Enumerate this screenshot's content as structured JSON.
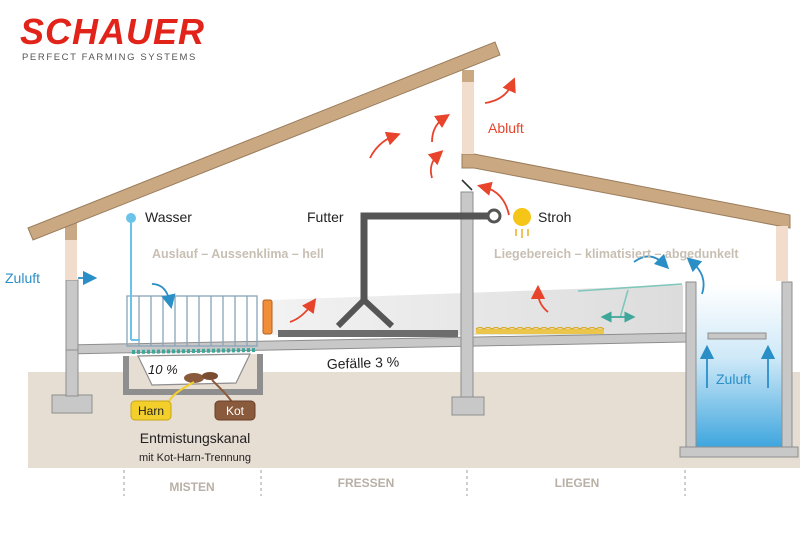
{
  "brand": {
    "name": "SCHAUER",
    "tagline": "PERFECT FARMING SYSTEMS",
    "color": "#e2231a"
  },
  "labels": {
    "wasser": "Wasser",
    "futter": "Futter",
    "stroh": "Stroh",
    "abluft": "Abluft",
    "zuluft_left": "Zuluft",
    "zuluft_right": "Zuluft",
    "auslauf": "Auslauf – Aussenklima – hell",
    "liegebereich": "Liegebereich – klimatisiert – abgedunkelt",
    "gefaelle": "Gefälle 3 %",
    "prozent": "10 %",
    "harn": "Harn",
    "kot": "Kot",
    "kanal": "Entmistungskanal",
    "kanal_sub": "mit Kot-Harn-Trennung"
  },
  "zones": [
    "MISTEN",
    "FRESSEN",
    "LIEGEN"
  ],
  "colors": {
    "roof": "#c9a882",
    "structure": "#c8c8c8",
    "ground": "#e6ddd3",
    "abluft": "#e8442c",
    "zuluft": "#2a8fc7",
    "water": "#6cc3ea",
    "muted_text": "#c8bfb3",
    "harn": "#f2cf2a",
    "kot": "#8a5a3c"
  },
  "icons": [
    "exhaust-arrow-icon",
    "intake-arrow-icon",
    "sun-icon",
    "water-drop-icon",
    "feeder-valve-icon"
  ]
}
